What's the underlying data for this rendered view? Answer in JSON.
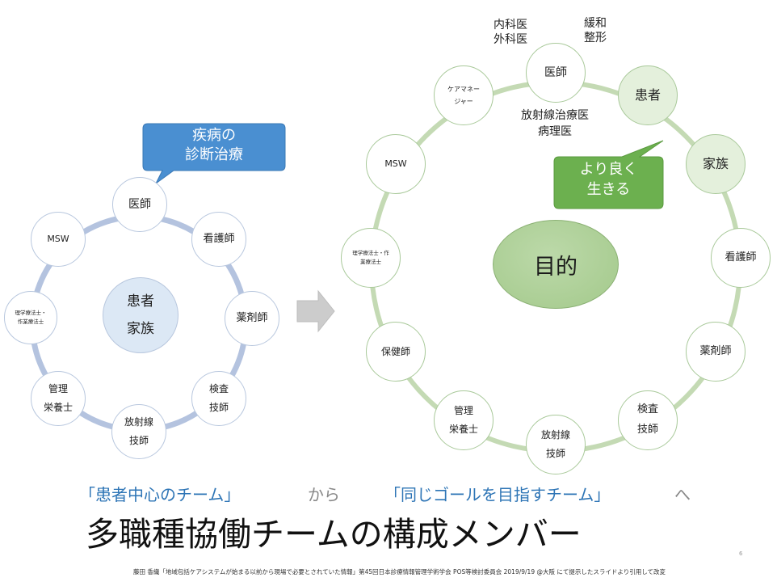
{
  "left_diagram": {
    "center_line1": "患者",
    "center_line2": "家族",
    "callout": [
      "疾病の",
      "診断治療"
    ],
    "nodes": [
      {
        "lines": [
          "医師"
        ]
      },
      {
        "lines": [
          "看護師"
        ]
      },
      {
        "lines": [
          "薬剤師"
        ]
      },
      {
        "lines": [
          "検査",
          "技師"
        ]
      },
      {
        "lines": [
          "放射線",
          "技師"
        ]
      },
      {
        "lines": [
          "管理",
          "栄養士"
        ]
      },
      {
        "lines": [
          "理学療法士・",
          "作業療法士"
        ]
      },
      {
        "lines": [
          "MSW"
        ]
      }
    ]
  },
  "right_diagram": {
    "goal": "目的",
    "callout": [
      "より良く",
      "生きる"
    ],
    "annotations": {
      "internal_surgical": [
        "内科医",
        "外科医"
      ],
      "palliative_orthopedic": [
        "緩和",
        "整形"
      ],
      "radiology_pathology": [
        "放射線治療医",
        "病理医"
      ]
    },
    "nodes": [
      {
        "lines": [
          "医師"
        ]
      },
      {
        "lines": [
          "患者"
        ]
      },
      {
        "lines": [
          "家族"
        ]
      },
      {
        "lines": [
          "看護師"
        ]
      },
      {
        "lines": [
          "薬剤師"
        ]
      },
      {
        "lines": [
          "検査",
          "技師"
        ]
      },
      {
        "lines": [
          "放射線",
          "技師"
        ]
      },
      {
        "lines": [
          "管理",
          "栄養士"
        ]
      },
      {
        "lines": [
          "保健師"
        ]
      },
      {
        "lines": [
          "理学療法士・作",
          "業療法士"
        ]
      },
      {
        "lines": [
          "MSW"
        ]
      },
      {
        "lines": [
          "ケアマネー",
          "ジャー"
        ]
      }
    ]
  },
  "bottom": {
    "phrase_from": "「患者中心のチーム」",
    "kara": "から",
    "phrase_to": "「同じゴールを目指すチーム」",
    "he": "へ",
    "title": "多職種協働チームの構成メンバー",
    "page_number": "6",
    "footer": "藤田 香織「地域包括ケアシステムが始まる以前から現場で必要とされていた情報」第45回日本診療情報管理学術学会 POS等検討委員会 2019/9/19 @大阪 にて提示したスライドより引用して改変"
  },
  "colors": {
    "left_ring": "#b4c3df",
    "right_ring": "#c4dab4",
    "blue_callout": "#4a8fd1",
    "green_callout": "#6cb04f",
    "goal_fill": "#a9cc92",
    "family_fill": "#e4f0dc",
    "arrow": "#cccccc",
    "bottom_blue": "#2e75b6"
  }
}
